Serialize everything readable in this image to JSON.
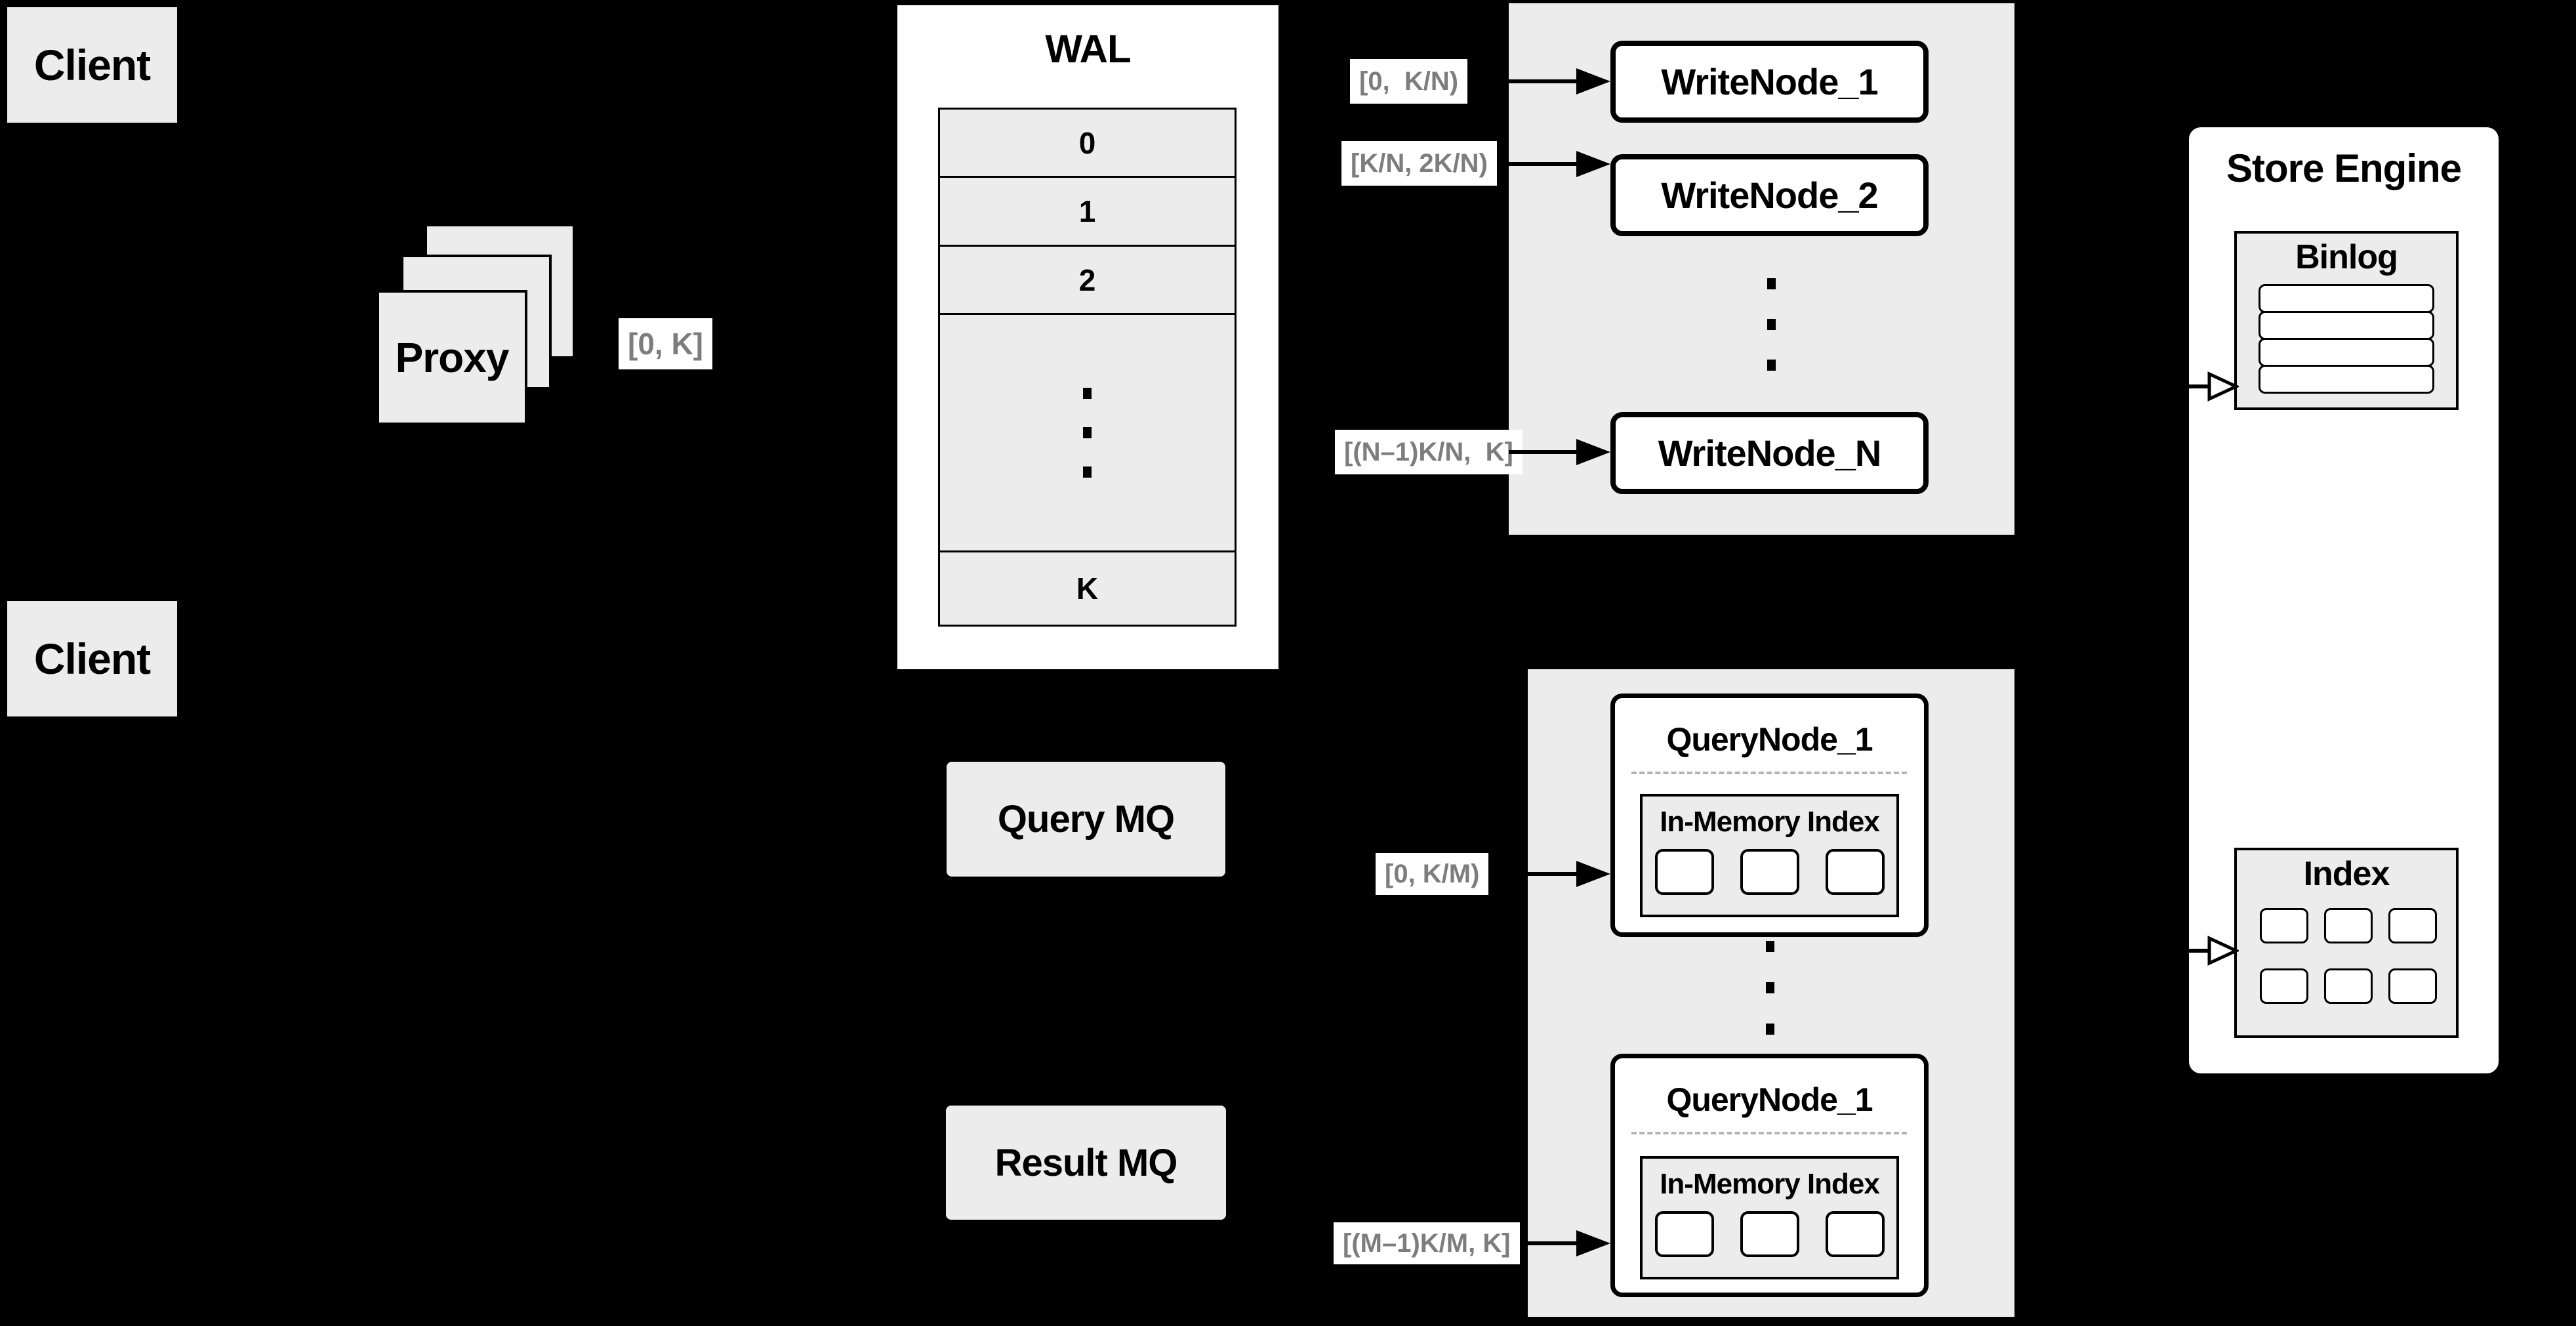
{
  "diagram": {
    "client_top": "Client",
    "client_bottom": "Client",
    "proxy": "Proxy",
    "proxy_range": "[0, K]",
    "wal": {
      "title": "WAL",
      "cells": [
        "0",
        "1",
        "2"
      ],
      "cell_last": "K"
    },
    "write": {
      "ranges": [
        "[0,  K/N)",
        "[K/N, 2K/N)",
        "[(N–1)K/N,  K]"
      ],
      "nodes": [
        "WriteNode_1",
        "WriteNode_2",
        "WriteNode_N"
      ]
    },
    "query": {
      "ranges": [
        "[0, K/M)",
        "[(M–1)K/M, K]"
      ],
      "node_top": {
        "title": "QueryNode_1",
        "subtitle": "In-Memory Index"
      },
      "node_bottom": {
        "title": "QueryNode_1",
        "subtitle": "In-Memory Index"
      }
    },
    "mq": {
      "query": "Query MQ",
      "result": "Result MQ"
    },
    "store": {
      "title": "Store Engine",
      "binlog": "Binlog",
      "index": "Index"
    },
    "colors": {
      "background": "#000000",
      "panel_gray": "#ececec",
      "node_white": "#ffffff",
      "border_black": "#000000",
      "range_text": "#7d7d7d",
      "dashed_line": "#b3b3b3"
    }
  }
}
